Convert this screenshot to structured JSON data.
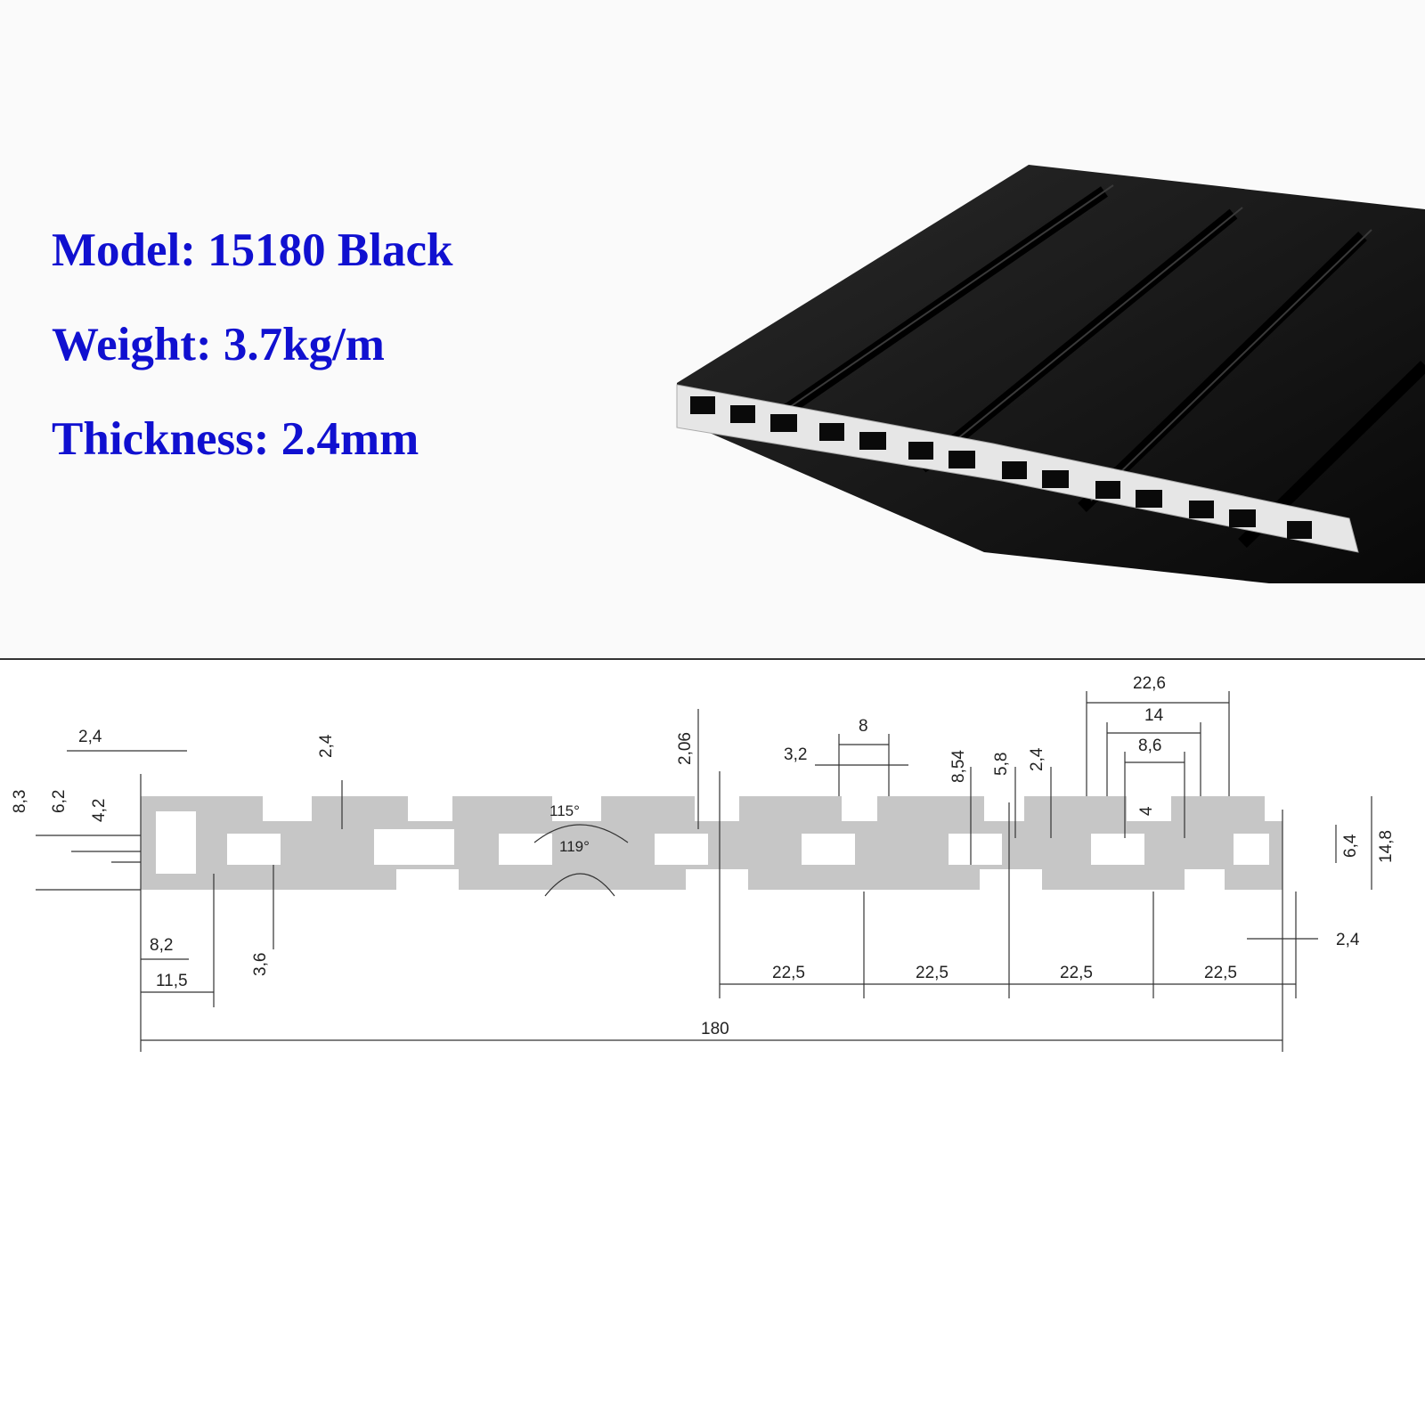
{
  "specs": {
    "model": "Model: 15180 Black",
    "weight": "Weight: 3.7kg/m",
    "thickness": "Thickness: 2.4mm"
  },
  "colors": {
    "spec_text": "#1010d0",
    "profile_anodized": "#111111",
    "profile_cut_face": "#e6e6e6",
    "section_fill": "#c6c6c6",
    "dimension_lines": "#333333"
  },
  "photo": {
    "slot_count": 4
  },
  "drawing": {
    "dims": {
      "d_2_4_top_left": "2,4",
      "d_2_4_slot_wall": "2,4",
      "d_2_06": "2,06",
      "d_3_2": "3,2",
      "d_8": "8",
      "d_8_54": "8,54",
      "d_5_8": "5,8",
      "d_2_4_right": "2,4",
      "d_22_6": "22,6",
      "d_14": "14",
      "d_8_6": "8,6",
      "d_4": "4",
      "d_8_3": "8,3",
      "d_6_2": "6,2",
      "d_4_2": "4,2",
      "d_8_2": "8,2",
      "d_11_5": "11,5",
      "d_3_6": "3,6",
      "d_6_4": "6,4",
      "d_14_8": "14,8",
      "d_2_4_bottom_right": "2,4",
      "d_22_5_a": "22,5",
      "d_22_5_b": "22,5",
      "d_22_5_c": "22,5",
      "d_22_5_d": "22,5",
      "d_180": "180"
    },
    "angles": {
      "a_115": "115°",
      "a_119": "119°"
    }
  }
}
